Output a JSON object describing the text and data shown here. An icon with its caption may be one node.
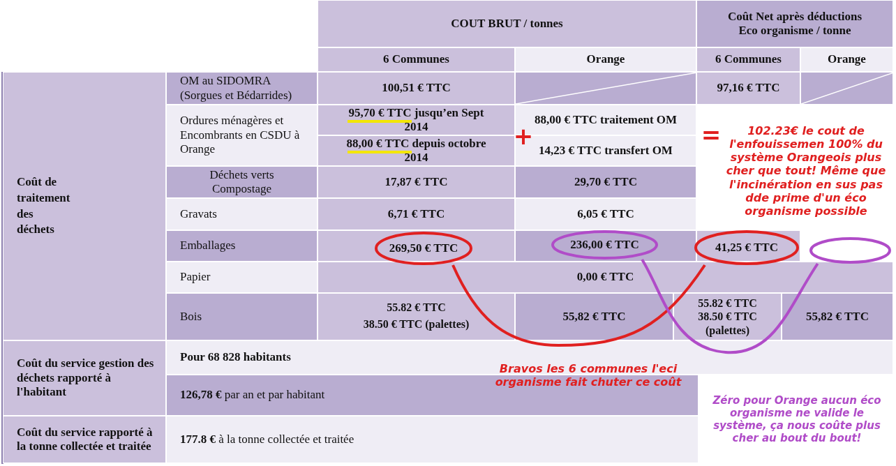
{
  "diagram": {
    "nodes": [
      {
        "text": [
          "269,50 € TTC"
        ]
      },
      {
        "text": [
          "41,25 € TTC"
        ]
      },
      {
        "text": [
          "236,00 € TTC"
        ]
      },
      {
        "text": [],
        "shape": "circle"
      }
    ],
    "edges": [
      {
        "from": 0,
        "to": 1,
        "arrow": "none",
        "color": "#e02020"
      },
      {
        "from": 2,
        "to": 3,
        "arrow": "none",
        "color": "#b04cc8"
      }
    ],
    "labels": [
      "COUT BRUT / tonnes",
      "Coût Net après déductions Eco organisme / tonne",
      "6 Communes",
      "Orange",
      "6 Communes",
      "Orange",
      "Coût de traitement des déchets",
      "OM au SIDOMRA (Sorgues et Bédarrides)",
      "100,51 € TTC",
      "97,16 € TTC",
      "Ordures ménagères et Encombrants en CSDU à Orange",
      "95,70 € TTC jusqu’en Sept 2014",
      "88,00 € TTC depuis octobre 2014",
      "88,00 € TTC traitement OM",
      "14,23 € TTC transfert OM",
      "+",
      "=",
      "102.23€ le cout de l'enfouissemen 100% du système Orangeois plus cher que tout! Même que l'incinération en sus pas dde prime d'un éco organisme possible",
      "Déchets verts Compostage",
      "17,87 € TTC",
      "29,70 € TTC",
      "Gravats",
      "6,71 € TTC",
      "6,05 € TTC",
      "Emballages",
      "Papier",
      "0,00 € TTC",
      "Bois",
      "55.82 € TTC",
      "38.50 € TTC (palettes)",
      "55,82 € TTC",
      "55.82 € TTC 38.50 € TTC (palettes)",
      "55,82 € TTC",
      "Coût du service gestion des déchets rapporté à l'habitant",
      "Pour 68 828 habitants",
      "**126,78 €** par an et par habitant",
      "Coût du service rapporté à la tonne collectée et traitée",
      "**177.8 €** à la tonne collectée et traitée",
      "Bravos les 6 communes l'eci organisme fait chuter ce coût",
      "Zéro pour Orange aucun éco organisme ne valide le système, ça nous coûte plus cher au bout du bout!"
    ]
  }
}
